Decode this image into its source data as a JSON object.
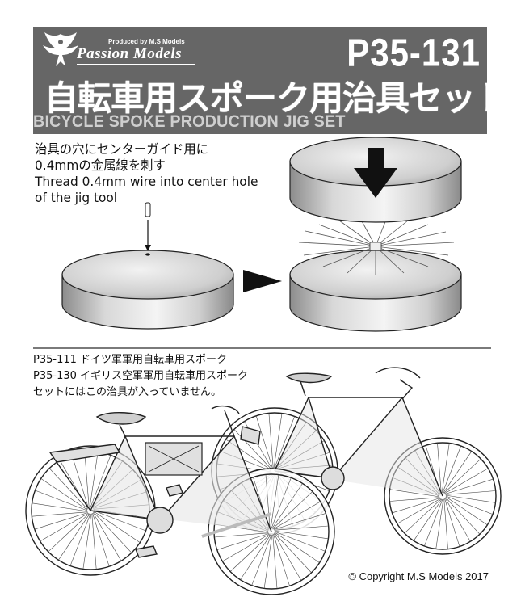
{
  "header": {
    "produced_by": "Produced by M.S Models",
    "brand": "Passion Models",
    "product_code": "P35-131",
    "title_jp": "自転車用スポーク用治具セット",
    "title_en": "BICYCLE SPOKE PRODUCTION JIG SET"
  },
  "instructions": {
    "jp_line1": "治具の穴にセンターガイド用に",
    "jp_line2": "0.4mmの金属線を刺す",
    "en_line1": "Thread 0.4mm wire into center hole",
    "en_line2": "of the jig tool"
  },
  "note": {
    "line1": "P35-111 ドイツ軍軍用自転車用スポーク",
    "line2": "P35-130 イギリス空軍軍用自転車用スポーク",
    "line3": "セットにはこの治具が入っていません。"
  },
  "footer": {
    "copyright": "© Copyright M.S Models 2017"
  },
  "icons": [
    "eagle-logo-icon",
    "down-arrow-icon",
    "right-arrow-icon"
  ],
  "colors": {
    "banner": "#666666",
    "title_en": "#cfcfcf"
  }
}
